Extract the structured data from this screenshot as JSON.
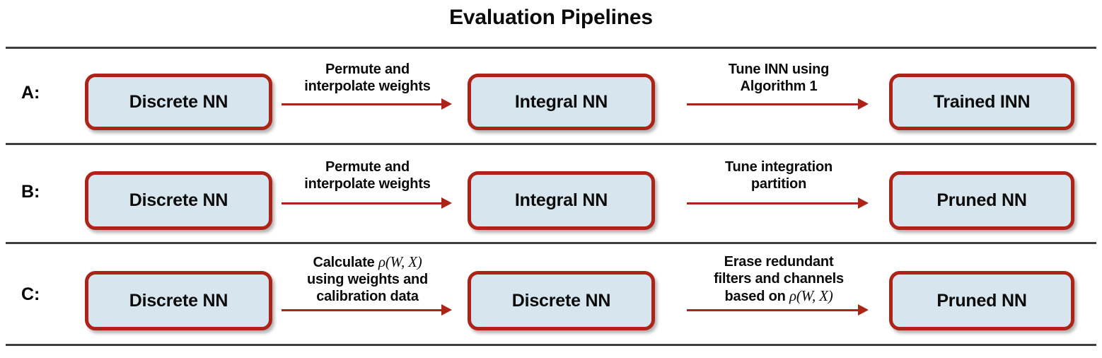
{
  "title": "Evaluation Pipelines",
  "colors": {
    "node_border": "#ad2318",
    "node_fill": "#d7e6ee",
    "arrow": "#ad2318",
    "rule": "#3b3f42",
    "text": "#0b0b0b"
  },
  "rows": [
    {
      "label": "A:",
      "nodes": [
        "Discrete NN",
        "Integral NN",
        "Trained INN"
      ],
      "arrows": [
        {
          "caption_lines": [
            "Permute and",
            "interpolate weights"
          ]
        },
        {
          "caption_lines": [
            "Tune INN using",
            "Algorithm 1"
          ]
        }
      ]
    },
    {
      "label": "B:",
      "nodes": [
        "Discrete NN",
        "Integral NN",
        "Pruned NN"
      ],
      "arrows": [
        {
          "caption_lines": [
            "Permute and",
            "interpolate weights"
          ]
        },
        {
          "caption_lines": [
            "Tune integration",
            "partition"
          ]
        }
      ]
    },
    {
      "label": "C:",
      "nodes": [
        "Discrete NN",
        "Discrete NN",
        "Pruned NN"
      ],
      "arrows": [
        {
          "caption_lines": [
            "Calculate ρ(W, X)",
            "using weights and",
            "calibration data"
          ]
        },
        {
          "caption_lines": [
            "Erase redundant",
            "filters and channels",
            "based on ρ(W, X)"
          ]
        }
      ]
    }
  ],
  "math_tokens": {
    "rho_w_x": "ρ(W, X)",
    "calculate_prefix": "Calculate ",
    "based_on_prefix": "based on "
  }
}
